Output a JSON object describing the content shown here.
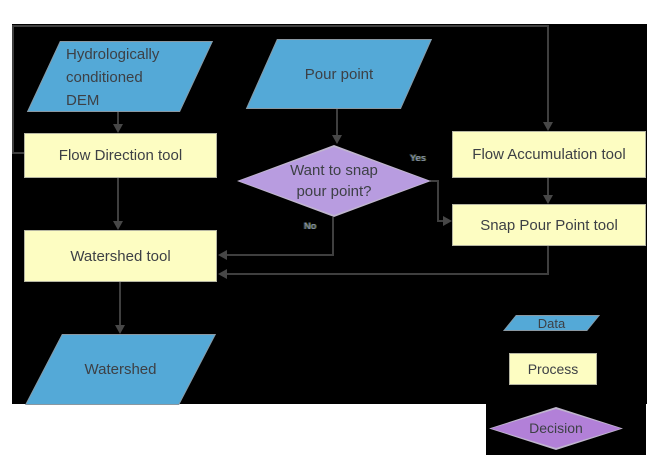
{
  "diagram": {
    "nodes": {
      "dem": {
        "label": "Hydrologically conditioned DEM",
        "type": "data"
      },
      "pour_point": {
        "label": "Pour point",
        "type": "data"
      },
      "flow_direction": {
        "label": "Flow Direction tool",
        "type": "process"
      },
      "flow_accumulation": {
        "label": "Flow Accumulation tool",
        "type": "process"
      },
      "snap_pour_point": {
        "label": "Snap Pour Point tool",
        "type": "process"
      },
      "decision_snap": {
        "label": "Want to snap pour point?",
        "type": "decision"
      },
      "watershed_tool": {
        "label": "Watershed tool",
        "type": "process"
      },
      "watershed": {
        "label": "Watershed",
        "type": "data"
      }
    },
    "edge_labels": {
      "yes": "Yes",
      "no": "No"
    },
    "legend": {
      "data": {
        "label": "Data"
      },
      "process": {
        "label": "Process"
      },
      "decision": {
        "label": "Decision"
      }
    },
    "colors": {
      "background": "#000000",
      "data_fill": "#54a9d7",
      "process_fill": "#fdfdc2",
      "decision_fill": "#b89ce0",
      "legend_decision_fill": "#b280d8",
      "connector": "#3f3f3f",
      "text": "#3d4045"
    }
  }
}
